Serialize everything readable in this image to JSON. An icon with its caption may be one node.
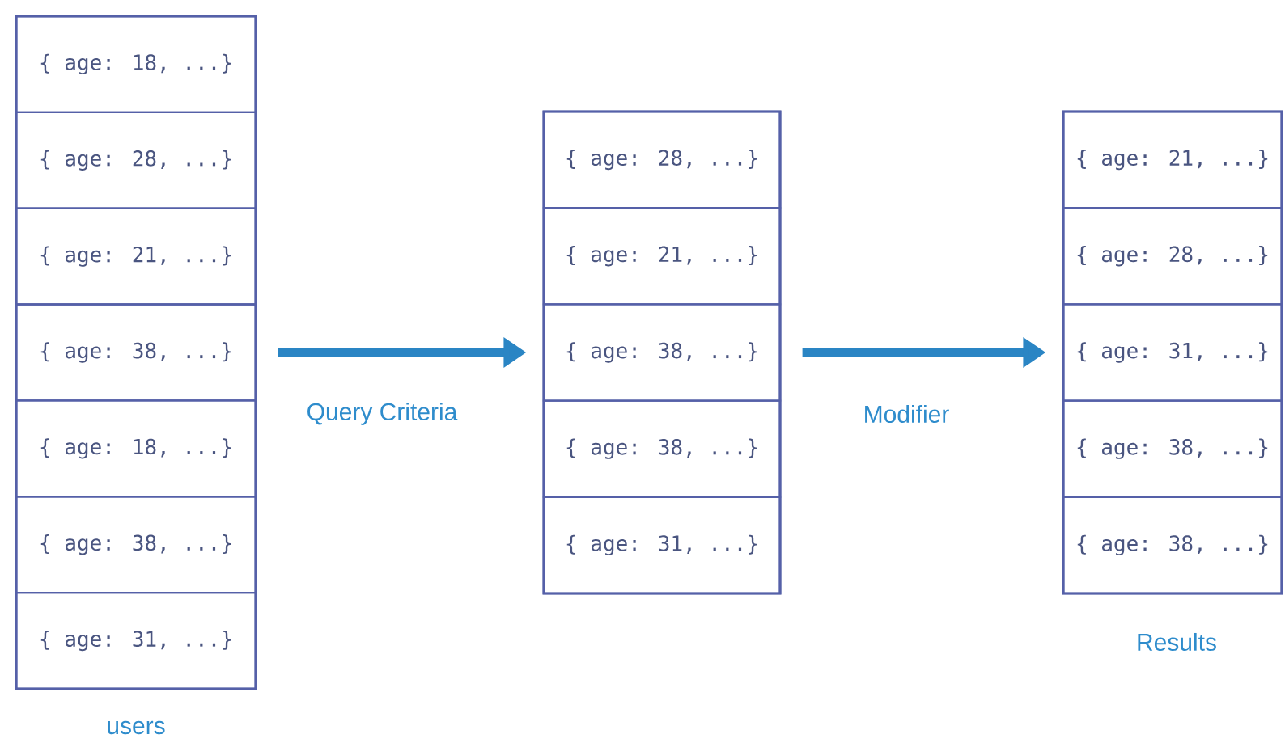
{
  "diagram": {
    "nodes": [
      {
        "text": [],
        "shape": "box",
        "beside": [
          "users"
        ]
      },
      {
        "text": [
          "{ age: 18, ...}"
        ],
        "in": 0
      },
      {
        "text": [
          "{ age: 28, ...}"
        ],
        "in": 0
      },
      {
        "text": [
          "{ age: 21, ...}"
        ],
        "in": 0
      },
      {
        "text": [
          "{ age: 38, ...}"
        ],
        "in": 0
      },
      {
        "text": [
          "{ age: 18, ...}"
        ],
        "in": 0
      },
      {
        "text": [
          "{ age: 38, ...}"
        ],
        "in": 0
      },
      {
        "text": [
          "{ age: 31, ...}"
        ],
        "in": 0
      },
      {
        "text": [],
        "shape": "box"
      },
      {
        "text": [
          "{ age: 28, ...}"
        ],
        "in": 8
      },
      {
        "text": [
          "{ age: 21, ...}"
        ],
        "in": 8
      },
      {
        "text": [
          "{ age: 38, ...}"
        ],
        "in": 8
      },
      {
        "text": [
          "{ age: 38, ...}"
        ],
        "in": 8
      },
      {
        "text": [
          "{ age: 31, ...}"
        ],
        "in": 8
      },
      {
        "text": [],
        "shape": "box",
        "beside": [
          "Results"
        ]
      },
      {
        "text": [
          "{ age: 21, ...}"
        ],
        "in": 14
      },
      {
        "text": [
          "{ age: 28, ...}"
        ],
        "in": 14
      },
      {
        "text": [
          "{ age: 31, ...}"
        ],
        "in": 14
      },
      {
        "text": [
          "{ age: 38, ...}"
        ],
        "in": 14
      },
      {
        "text": [
          "{ age: 38, ...}"
        ],
        "in": 14
      }
    ],
    "edges": [
      {
        "from": 0,
        "to": 8,
        "arrow": "to",
        "label": "Query Criteria"
      },
      {
        "from": 8,
        "to": 14,
        "arrow": "to",
        "label": "Modifier"
      }
    ]
  }
}
